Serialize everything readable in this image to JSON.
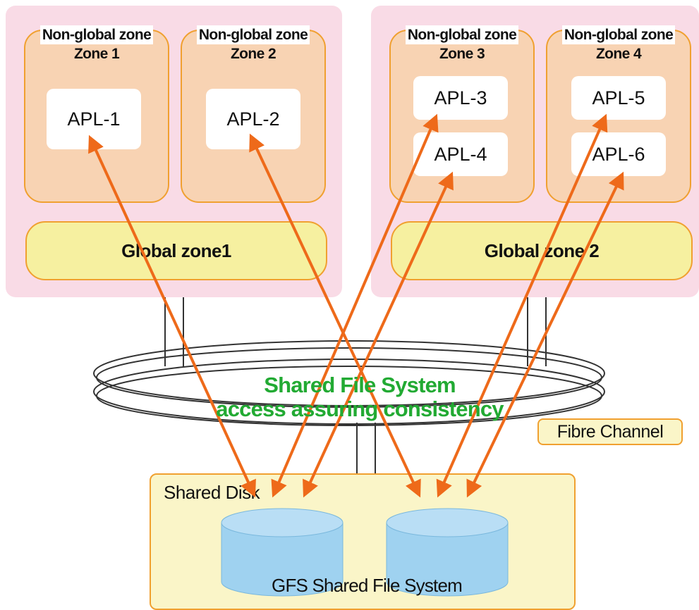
{
  "zones": [
    {
      "title_line1": "Non-global zone",
      "title_line2": "Zone 1",
      "apps": [
        "APL-1"
      ]
    },
    {
      "title_line1": "Non-global zone",
      "title_line2": "Zone 2",
      "apps": [
        "APL-2"
      ]
    },
    {
      "title_line1": "Non-global zone",
      "title_line2": "Zone 3",
      "apps": [
        "APL-3",
        "APL-4"
      ]
    },
    {
      "title_line1": "Non-global zone",
      "title_line2": "Zone 4",
      "apps": [
        "APL-5",
        "APL-6"
      ]
    }
  ],
  "global_zones": [
    "Global zone1",
    "Global zone 2"
  ],
  "network": {
    "center_line1": "Shared File System",
    "center_line2": "access assuring consistency",
    "label": "Fibre Channel"
  },
  "storage": {
    "box_label": "Shared Disk",
    "cylinder_label": "GFS Shared File System"
  },
  "colors": {
    "server_bg": "#f9dbe6",
    "zone_fill": "#f8d3b3",
    "zone_border": "#f0a030",
    "global_zone_fill": "#f6f0a0",
    "arrow": "#ee6a1a",
    "center_text": "#22aa33",
    "disk_fill": "#9fd2f0"
  }
}
